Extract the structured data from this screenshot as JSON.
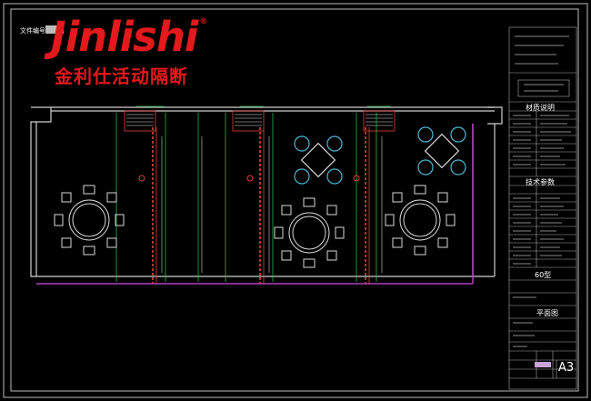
{
  "header": {
    "doc_number_label": "文件编号",
    "doc_number_value": "",
    "brand": "Jinlishi",
    "registered_mark": "®",
    "subtitle": "金利仕活动隔断"
  },
  "title_block": {
    "section_material": "材质说明",
    "section_tech": "技术参数",
    "scale": "60型",
    "drawing_name": "平面图",
    "sheet_size": "A3"
  },
  "colors": {
    "wall": "#cfcfcf",
    "partition": "#e04040",
    "dimension": "#1fb84a",
    "furniture": "#d8d8d8",
    "chairs_cyan": "#4fb6d8",
    "brand_red": "#e3191c",
    "floor_line": "#b040c0"
  },
  "icons": {
    "table": "round-dining-table-icon",
    "sofa": "lounge-seating-icon",
    "marker": "section-marker-icon"
  }
}
